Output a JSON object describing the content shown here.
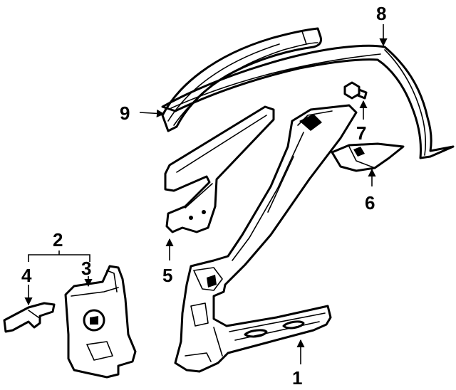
{
  "callouts": [
    {
      "id": "callout-1",
      "label": "1"
    },
    {
      "id": "callout-2",
      "label": "2"
    },
    {
      "id": "callout-3",
      "label": "3"
    },
    {
      "id": "callout-4",
      "label": "4"
    },
    {
      "id": "callout-5",
      "label": "5"
    },
    {
      "id": "callout-6",
      "label": "6"
    },
    {
      "id": "callout-7",
      "label": "7"
    },
    {
      "id": "callout-8",
      "label": "8"
    },
    {
      "id": "callout-9",
      "label": "9"
    }
  ]
}
